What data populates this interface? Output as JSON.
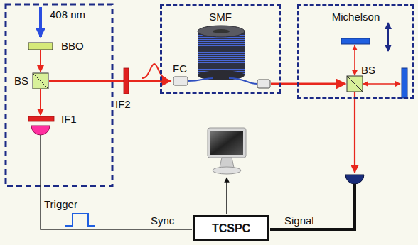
{
  "diagram": {
    "nodes": [
      {
        "text": [
          "SMF"
        ]
      },
      {
        "text": [
          "Michelson"
        ]
      },
      {
        "text": [
          "TCSPC"
        ]
      }
    ],
    "labels": [
      "408 nm",
      "BBO",
      "BS",
      "IF1",
      "IF2",
      "FC",
      "BS",
      "Trigger",
      "Sync",
      "Signal"
    ]
  }
}
